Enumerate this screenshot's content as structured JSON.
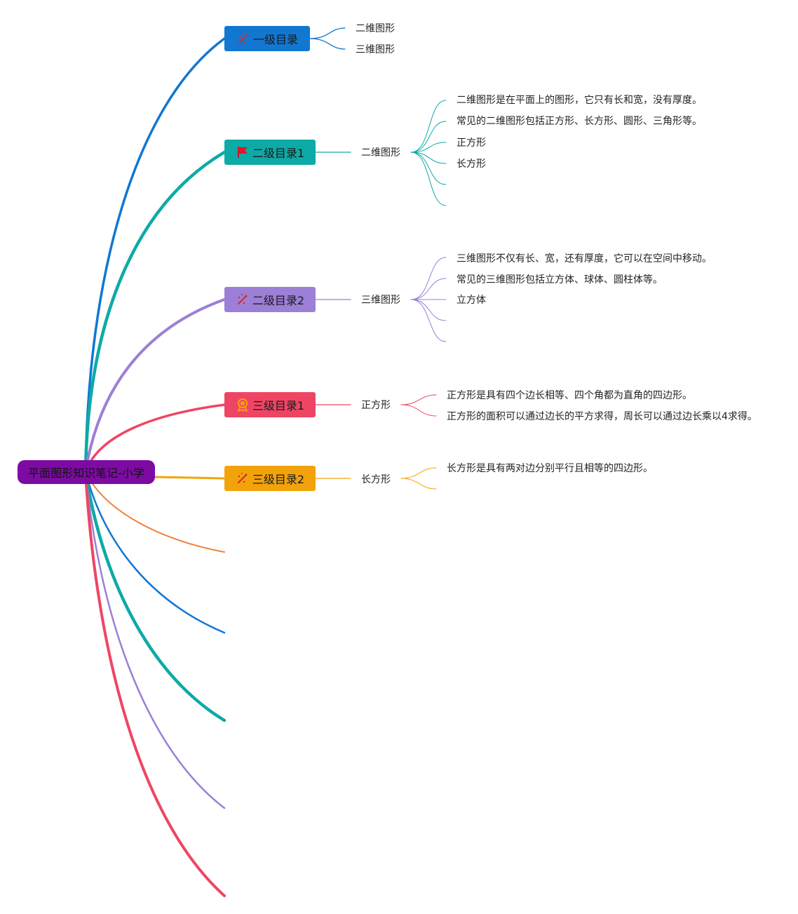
{
  "root": {
    "label": "平面图形知识笔记-小学",
    "color": "#7d0ba3"
  },
  "branches": [
    {
      "label": "一级目录",
      "icon": "magic-wand-icon",
      "color": "#1177d1",
      "topic": "",
      "children": [
        "二维图形",
        "三维图形"
      ]
    },
    {
      "label": "二级目录1",
      "icon": "red-flag-icon",
      "color": "#0daaa6",
      "topic": "二维图形",
      "children": [
        "二维图形是在平面上的图形，它只有长和宽，没有厚度。",
        "常见的二维图形包括正方形、长方形、圆形、三角形等。",
        "正方形",
        "长方形",
        "",
        ""
      ]
    },
    {
      "label": "二级目录2",
      "icon": "magic-wand-icon",
      "color": "#9c7fd6",
      "topic": "三维图形",
      "children": [
        "三维图形不仅有长、宽，还有厚度，它可以在空间中移动。",
        "常见的三维图形包括立方体、球体、圆柱体等。",
        "立方体",
        "",
        ""
      ]
    },
    {
      "label": "三级目录1",
      "icon": "award-medal-icon",
      "color": "#ef4564",
      "topic": "正方形",
      "children": [
        "正方形是具有四个边长相等、四个角都为直角的四边形。",
        "正方形的面积可以通过边长的平方求得，周长可以通过边长乘以4求得。"
      ]
    },
    {
      "label": "三级目录2",
      "icon": "magic-wand-icon",
      "color": "#f3a30a",
      "topic": "长方形",
      "children": [
        "长方形是具有两对边分别平行且相等的四边形。",
        ""
      ]
    }
  ],
  "empty_branch_colors": [
    "#f0803c",
    "#1177d1",
    "#0daaa6",
    "#9c7fd6",
    "#ef4564"
  ]
}
